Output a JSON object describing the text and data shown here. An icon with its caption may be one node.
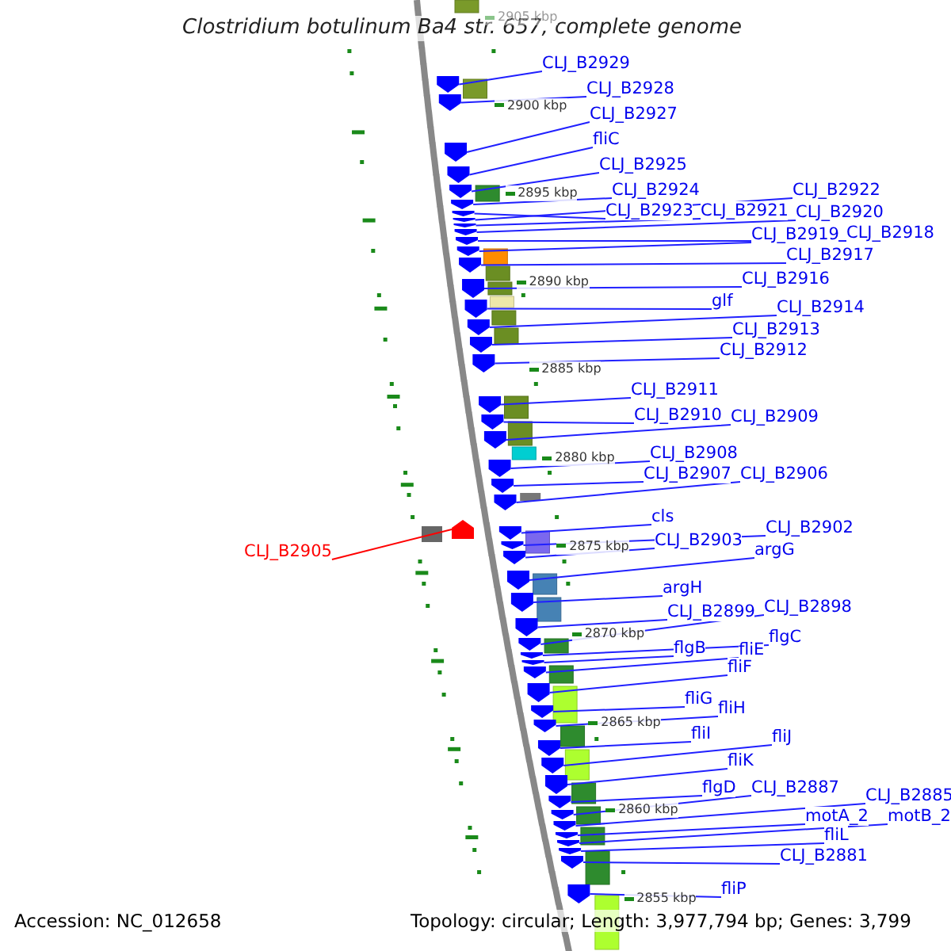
{
  "diagram": {
    "title": "Clostridium botulinum Ba4 str. 657, complete genome",
    "nodes": [
      {
        "text": [
          "CLJ_B2929"
        ]
      },
      {
        "text": [
          "CLJ_B2928"
        ]
      },
      {
        "text": [
          "CLJ_B2927"
        ]
      },
      {
        "text": [
          "fliC"
        ]
      },
      {
        "text": [
          "CLJ_B2925"
        ]
      },
      {
        "text": [
          "CLJ_B2924"
        ]
      },
      {
        "text": [
          "CLJ_B2922"
        ]
      },
      {
        "text": [
          "CLJ_B2923"
        ]
      },
      {
        "text": [
          "CLJ_B2921"
        ]
      },
      {
        "text": [
          "CLJ_B2920"
        ]
      },
      {
        "text": [
          "CLJ_B2919"
        ]
      },
      {
        "text": [
          "CLJ_B2918"
        ]
      },
      {
        "text": [
          "CLJ_B2917"
        ]
      },
      {
        "text": [
          "CLJ_B2916"
        ]
      },
      {
        "text": [
          "glf"
        ]
      },
      {
        "text": [
          "CLJ_B2914"
        ]
      },
      {
        "text": [
          "CLJ_B2913"
        ]
      },
      {
        "text": [
          "CLJ_B2912"
        ]
      },
      {
        "text": [
          "CLJ_B2911"
        ]
      },
      {
        "text": [
          "CLJ_B2910"
        ]
      },
      {
        "text": [
          "CLJ_B2909"
        ]
      },
      {
        "text": [
          "CLJ_B2908"
        ]
      },
      {
        "text": [
          "CLJ_B2907"
        ]
      },
      {
        "text": [
          "CLJ_B2906"
        ]
      },
      {
        "text": [
          "cls"
        ]
      },
      {
        "text": [
          "CLJ_B2902"
        ]
      },
      {
        "text": [
          "CLJ_B2903"
        ]
      },
      {
        "text": [
          "CLJ_B2905"
        ]
      },
      {
        "text": [
          "argG"
        ]
      },
      {
        "text": [
          "argH"
        ]
      },
      {
        "text": [
          "CLJ_B2899"
        ]
      },
      {
        "text": [
          "CLJ_B2898"
        ]
      },
      {
        "text": [
          "flgC"
        ]
      },
      {
        "text": [
          "flgB"
        ]
      },
      {
        "text": [
          "fliE"
        ]
      },
      {
        "text": [
          "fliF"
        ]
      },
      {
        "text": [
          "fliG"
        ]
      },
      {
        "text": [
          "fliH"
        ]
      },
      {
        "text": [
          "fliI"
        ]
      },
      {
        "text": [
          "fliJ"
        ]
      },
      {
        "text": [
          "fliK"
        ]
      },
      {
        "text": [
          "flgD"
        ]
      },
      {
        "text": [
          "CLJ_B2887"
        ]
      },
      {
        "text": [
          "CLJ_B2885"
        ]
      },
      {
        "text": [
          "motA_2"
        ]
      },
      {
        "text": [
          "motB_2"
        ]
      },
      {
        "text": [
          "fliL"
        ]
      },
      {
        "text": [
          "CLJ_B2881"
        ]
      },
      {
        "text": [
          "fliP"
        ]
      },
      {
        "text": [],
        "shape": "arrow"
      },
      {
        "text": [],
        "shape": "arrow"
      },
      {
        "text": [],
        "shape": "arrow"
      },
      {
        "text": [],
        "shape": "arrow"
      },
      {
        "text": [],
        "shape": "arrow"
      },
      {
        "text": [],
        "shape": "arrow"
      },
      {
        "text": [],
        "shape": "arrow"
      },
      {
        "text": [],
        "shape": "arrow"
      },
      {
        "text": [],
        "shape": "arrow"
      },
      {
        "text": [],
        "shape": "arrow"
      },
      {
        "text": [],
        "shape": "arrow"
      },
      {
        "text": [],
        "shape": "arrow"
      },
      {
        "text": [],
        "shape": "arrow"
      },
      {
        "text": [],
        "shape": "arrow"
      },
      {
        "text": [],
        "shape": "arrow"
      },
      {
        "text": [],
        "shape": "arrow"
      },
      {
        "text": [],
        "shape": "arrow"
      },
      {
        "text": [],
        "shape": "arrow"
      },
      {
        "text": [],
        "shape": "arrow"
      },
      {
        "text": [],
        "shape": "arrow"
      },
      {
        "text": [],
        "shape": "arrow"
      },
      {
        "text": [],
        "shape": "arrow"
      },
      {
        "text": [],
        "shape": "arrow"
      },
      {
        "text": [],
        "shape": "arrow"
      },
      {
        "text": [],
        "shape": "arrow"
      },
      {
        "text": [],
        "shape": "arrow"
      },
      {
        "text": [],
        "shape": "arrow"
      },
      {
        "text": [],
        "shape": "arrow"
      },
      {
        "text": [],
        "shape": "arrow"
      },
      {
        "text": [],
        "shape": "arrow"
      },
      {
        "text": [],
        "shape": "arrow"
      },
      {
        "text": [],
        "shape": "arrow"
      },
      {
        "text": [],
        "shape": "arrow"
      },
      {
        "text": [],
        "shape": "arrow"
      },
      {
        "text": [],
        "shape": "arrow"
      },
      {
        "text": [],
        "shape": "arrow"
      },
      {
        "text": [],
        "shape": "arrow"
      },
      {
        "text": [],
        "shape": "arrow"
      },
      {
        "text": [],
        "shape": "arrow"
      },
      {
        "text": [],
        "shape": "arrow"
      },
      {
        "text": [],
        "shape": "arrow"
      },
      {
        "text": [],
        "shape": "arrow"
      },
      {
        "text": [],
        "shape": "arrow"
      },
      {
        "text": [],
        "shape": "arrow"
      },
      {
        "text": [],
        "shape": "arrow"
      },
      {
        "text": [],
        "shape": "arrow"
      },
      {
        "text": [],
        "shape": "arrow"
      },
      {
        "text": [],
        "shape": "arrow"
      },
      {
        "text": [],
        "shape": "arrow"
      }
    ],
    "edges": [
      {
        "from": 0,
        "to": 49,
        "arrow": "none"
      },
      {
        "from": 1,
        "to": 50,
        "arrow": "none"
      },
      {
        "from": 2,
        "to": 51,
        "arrow": "none"
      },
      {
        "from": 3,
        "to": 52,
        "arrow": "none"
      },
      {
        "from": 4,
        "to": 53,
        "arrow": "none"
      },
      {
        "from": 5,
        "to": 54,
        "arrow": "none"
      },
      {
        "from": 6,
        "to": 56,
        "arrow": "none"
      },
      {
        "from": 7,
        "to": 55,
        "arrow": "none"
      },
      {
        "from": 8,
        "to": 57,
        "arrow": "none"
      },
      {
        "from": 9,
        "to": 58,
        "arrow": "none"
      },
      {
        "from": 10,
        "to": 60,
        "arrow": "none"
      },
      {
        "from": 11,
        "to": 59,
        "arrow": "none"
      },
      {
        "from": 12,
        "to": 61,
        "arrow": "none"
      },
      {
        "from": 13,
        "to": 62,
        "arrow": "none"
      },
      {
        "from": 14,
        "to": 63,
        "arrow": "none"
      },
      {
        "from": 15,
        "to": 64,
        "arrow": "none"
      },
      {
        "from": 16,
        "to": 65,
        "arrow": "none"
      },
      {
        "from": 17,
        "to": 66,
        "arrow": "none"
      },
      {
        "from": 18,
        "to": 67,
        "arrow": "none"
      },
      {
        "from": 19,
        "to": 68,
        "arrow": "none"
      },
      {
        "from": 20,
        "to": 69,
        "arrow": "none"
      },
      {
        "from": 21,
        "to": 70,
        "arrow": "none"
      },
      {
        "from": 22,
        "to": 71,
        "arrow": "none"
      },
      {
        "from": 23,
        "to": 72,
        "arrow": "none"
      },
      {
        "from": 24,
        "to": 74,
        "arrow": "none"
      },
      {
        "from": 25,
        "to": 75,
        "arrow": "none"
      },
      {
        "from": 26,
        "to": 76,
        "arrow": "none"
      },
      {
        "from": 27,
        "to": 73,
        "arrow": "none",
        "color": "#ff0000"
      },
      {
        "from": 28,
        "to": 77,
        "arrow": "none"
      },
      {
        "from": 29,
        "to": 78,
        "arrow": "none"
      },
      {
        "from": 30,
        "to": 79,
        "arrow": "none"
      },
      {
        "from": 31,
        "to": 80,
        "arrow": "none"
      },
      {
        "from": 32,
        "to": 81,
        "arrow": "none"
      },
      {
        "from": 33,
        "to": 82,
        "arrow": "none"
      },
      {
        "from": 34,
        "to": 83,
        "arrow": "none"
      },
      {
        "from": 35,
        "to": 84,
        "arrow": "none"
      },
      {
        "from": 36,
        "to": 85,
        "arrow": "none"
      },
      {
        "from": 37,
        "to": 86,
        "arrow": "none"
      },
      {
        "from": 38,
        "to": 87,
        "arrow": "none"
      },
      {
        "from": 39,
        "to": 88,
        "arrow": "none"
      },
      {
        "from": 40,
        "to": 89,
        "arrow": "none"
      },
      {
        "from": 41,
        "to": 90,
        "arrow": "none"
      },
      {
        "from": 42,
        "to": 91,
        "arrow": "none"
      },
      {
        "from": 43,
        "to": 92,
        "arrow": "none"
      },
      {
        "from": 44,
        "to": 93,
        "arrow": "none"
      },
      {
        "from": 45,
        "to": 94,
        "arrow": "none"
      },
      {
        "from": 46,
        "to": 95,
        "arrow": "none"
      },
      {
        "from": 47,
        "to": 96,
        "arrow": "none"
      },
      {
        "from": 48,
        "to": 97,
        "arrow": "none"
      }
    ],
    "labels": [
      "2905 kbp",
      "2900 kbp",
      "2895 kbp",
      "2890 kbp",
      "2885 kbp",
      "2880 kbp",
      "2875 kbp",
      "2870 kbp",
      "2865 kbp",
      "2860 kbp",
      "2855 kbp",
      "Accession: NC_012658",
      "Topology: circular; Length: 3,977,794 bp; Genes: 3,799"
    ]
  }
}
